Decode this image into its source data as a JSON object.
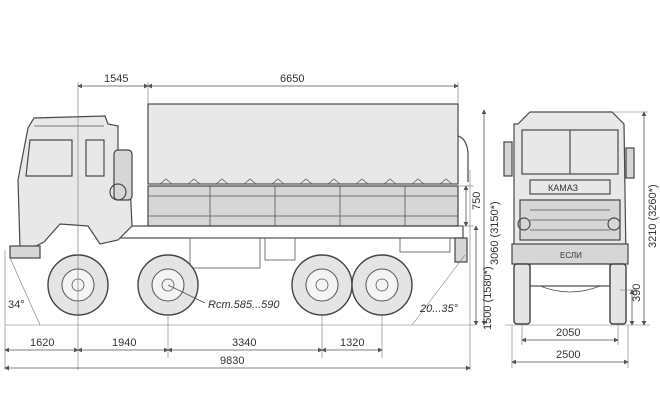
{
  "dimensions": {
    "cab_to_axis": "1545",
    "body_length": "6650",
    "front_overhang": "1620",
    "wheelbase_front": "1940",
    "wheelbase_mid": "3340",
    "rear_bogie": "1320",
    "overall_length": "9830",
    "approach_angle": "34°",
    "departure_angle": "20...35°",
    "turning_radius": "Rcm.585...590",
    "side_board_height": "750",
    "body_height": "3060 (3150*)",
    "platform_height": "1500 (1580*)",
    "overall_height": "3210 (3260*)",
    "ground_clearance": "390",
    "track_width": "2050",
    "overall_width": "2500"
  },
  "front_view": {
    "grille_plate": "КАМАЗ",
    "bumper_label": "ЕСЛИ"
  }
}
